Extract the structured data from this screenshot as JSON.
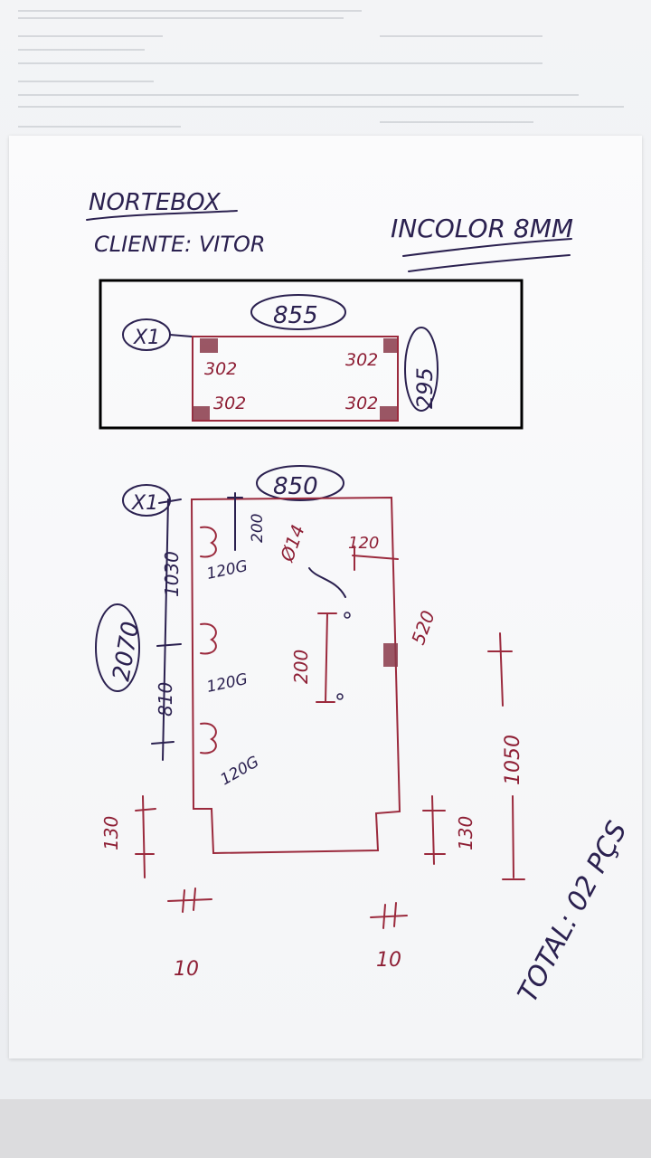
{
  "header": {
    "company": "NORTEBOX",
    "client": "CLIENTE: VITOR",
    "glass_spec": "INCOLOR 8MM"
  },
  "piece_top": {
    "qty": "X1",
    "width": "855",
    "height": "295",
    "hole_tl": "302",
    "hole_tr": "302",
    "hole_bl": "302",
    "hole_br": "302"
  },
  "piece_bottom": {
    "qty": "X1",
    "width": "850",
    "total_height": "2070",
    "seg_top": "1030",
    "seg_mid": "810",
    "top_offset": "200",
    "hinge1": "120G",
    "hinge2": "120G",
    "hinge3": "120G",
    "hole_diameter": "Ø14",
    "edge_offset": "120",
    "handle_height": "520",
    "hole_spacing": "200",
    "notch_left_h": "130",
    "notch_right_h": "130",
    "notch_left_w": "10",
    "notch_right_w": "10",
    "right_dim": "1050"
  },
  "total": "TOTAL: 02 PÇS"
}
